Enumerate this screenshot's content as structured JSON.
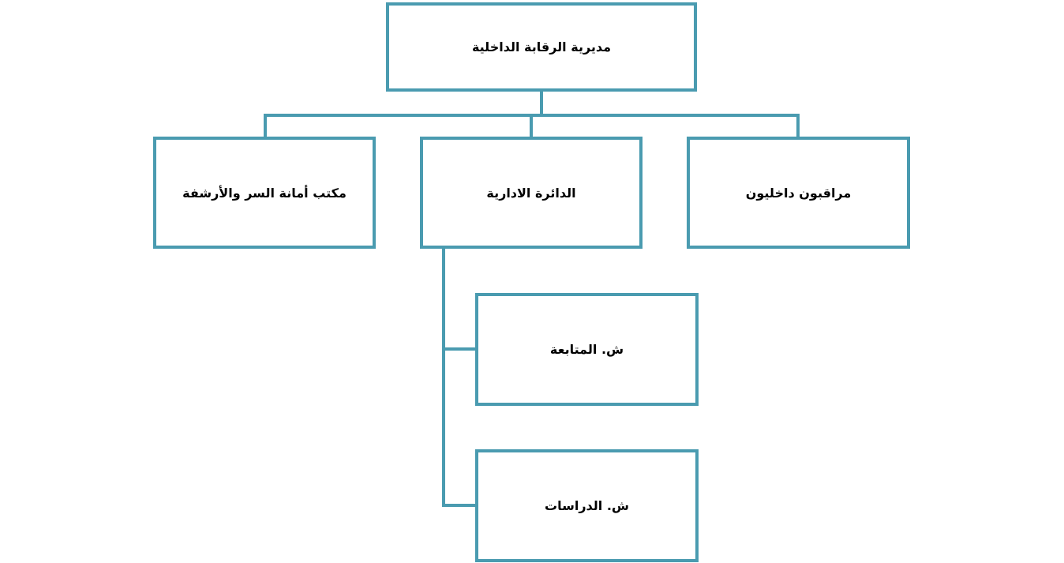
{
  "colors": {
    "border": "#4a9bb0",
    "connector": "#4a9bb0",
    "text": "#000000",
    "background": "#ffffff"
  },
  "org_chart": {
    "root": {
      "label": "مديرية الرقابة الداخلية"
    },
    "level1": [
      {
        "id": "internal",
        "label": "مراقبون داخليون"
      },
      {
        "id": "admin",
        "label": "الدائرة الادارية"
      },
      {
        "id": "office",
        "label": "مكتب أمانة السر والأرشفة"
      }
    ],
    "admin_children": [
      {
        "id": "follow",
        "label": "ش. المتابعة"
      },
      {
        "id": "studies",
        "label": "ش. الدراسات"
      }
    ]
  }
}
